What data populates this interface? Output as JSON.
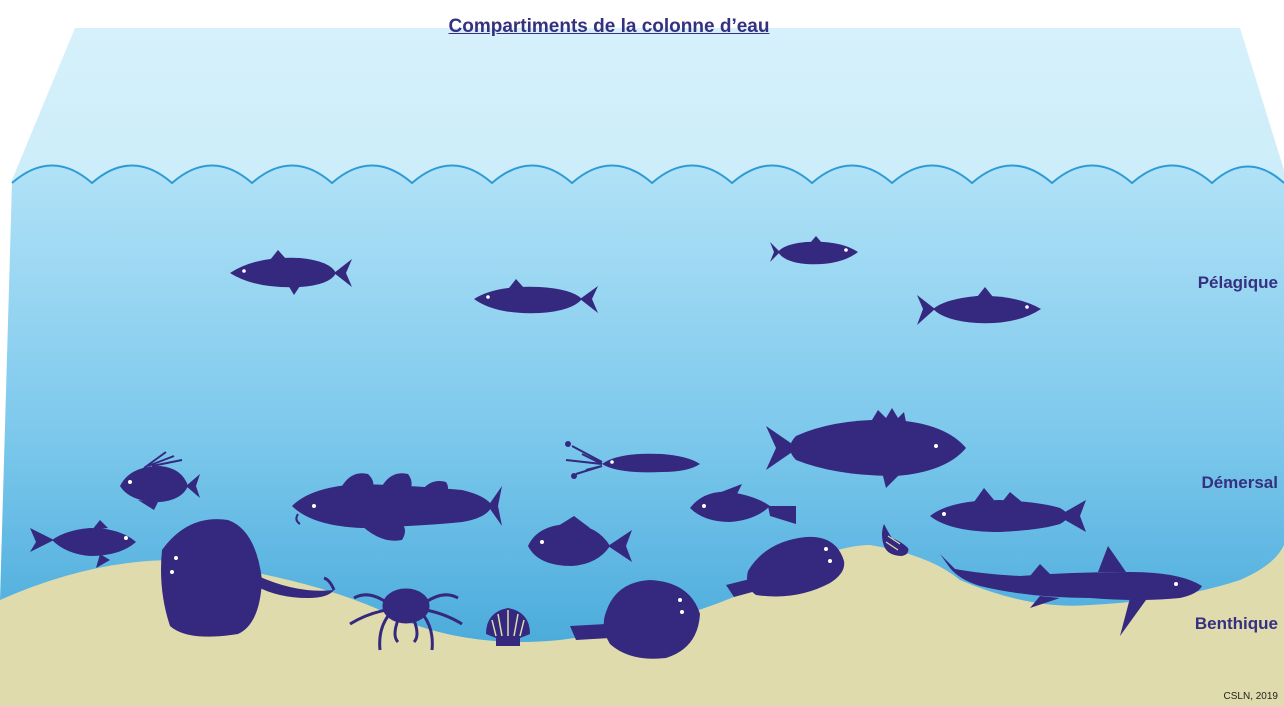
{
  "title": "Compartiments de la colonne d’eau",
  "zones": {
    "pelagic": "Pélagique",
    "demersal": "Démersal",
    "benthic": "Benthique"
  },
  "credit": "CSLN, 2019",
  "colors": {
    "animal": "#35287f",
    "sand": "#e0dbad",
    "water_deep": "#47a6d6",
    "water_light": "#b3e2f7",
    "text": "#35307f"
  },
  "organisms": {
    "pelagic": [
      "mackerel",
      "mackerel",
      "sardine",
      "herring"
    ],
    "demersal": [
      "gurnard",
      "goby",
      "cod",
      "squid",
      "sea-bream",
      "bass",
      "dragonet",
      "whiting",
      "dogfish"
    ],
    "benthic": [
      "ray",
      "spider-crab",
      "scallop",
      "plaice",
      "sole",
      "whelk"
    ]
  }
}
